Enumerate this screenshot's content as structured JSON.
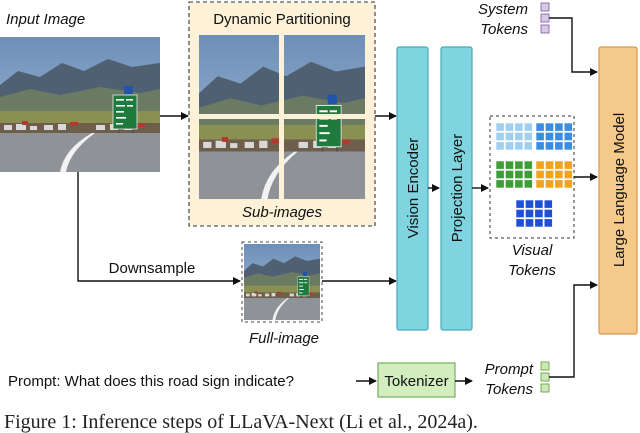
{
  "labels": {
    "input_image": "Input Image",
    "dynamic_partitioning": "Dynamic Partitioning",
    "sub_images": "Sub-images",
    "downsample": "Downsample",
    "full_image": "Full-image",
    "vision_encoder": "Vision Encoder",
    "projection_layer": "Projection Layer",
    "visual": "Visual",
    "tokens": "Tokens",
    "system": "System",
    "system_tokens": "Tokens",
    "llm": "Large Language Model",
    "prompt": "Prompt: What does this road sign indicate?",
    "tokenizer": "Tokenizer",
    "prompt_label": "Prompt",
    "prompt_tokens": "Tokens"
  },
  "caption": "Figure 1: Inference steps of LLaVA-Next (Li et al., 2024a).",
  "colors": {
    "encoder_fill": "#7fd4e0",
    "encoder_stroke": "#4aa9b9",
    "llm_fill": "#f5c98a",
    "llm_stroke": "#d8994a",
    "partition_fill": "#fdf2d8",
    "token_blue_light": "#9fd0f0",
    "token_blue": "#3b8de0",
    "token_green": "#3d9e35",
    "token_orange": "#f0a31c",
    "token_blue_dark": "#1f4fd6",
    "system_token": "#d9c8e8",
    "prompt_token": "#cfe8b8",
    "tokenizer_fill": "#d3edbf"
  },
  "icons": {
    "road_photo": "highway-road-sign-photo"
  }
}
